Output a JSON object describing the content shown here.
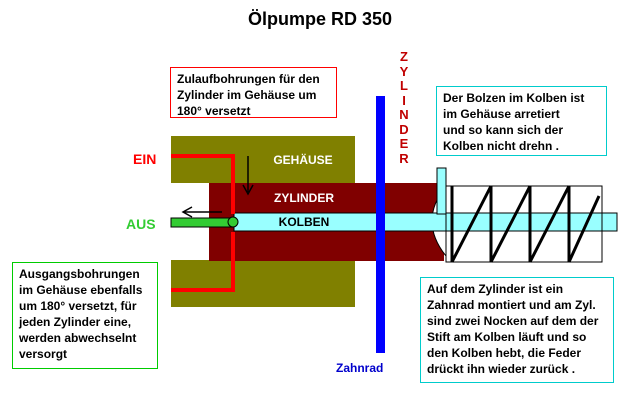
{
  "title": "Ölpumpe RD 350",
  "labels": {
    "ein": "EIN",
    "aus": "AUS",
    "gehaeuse": "GEHÄUSE",
    "zylinder": "ZYLINDER",
    "kolben": "KOLBEN",
    "zahnrad": "Zahnrad",
    "zylinder_vertical": "Z\nY\nL\nI\nN\nD\nE\nR"
  },
  "notes": {
    "zulauf": "Zulaufbohrungen für den\nZylinder im Gehäuse um\n180° versetzt",
    "bolzen": "Der Bolzen im Kolben ist\nim Gehäuse arretiert\nund so kann sich der\nKolben nicht drehn .",
    "ausgang": "Ausgangsbohrungen\nim Gehäuse ebenfalls\num 180° versetzt, für\njeden Zylinder eine,\nwerden abwechselnt\nversorgt",
    "zahnrad": "Auf dem Zylinder ist ein\nZahnrad montiert und am Zyl.\nsind zwei Nocken auf dem der\nStift am Kolben läuft und so\nden Kolben hebt, die Feder\ndrückt ihn wieder zurück ."
  },
  "colors": {
    "housing": "#808000",
    "cylinder": "#800000",
    "piston": "#99ffff",
    "inlet": "#ff0000",
    "outlet": "#33cc33",
    "gear": "#0000ff",
    "box_border_red": "#ff0000",
    "box_border_cyan": "#00cccc",
    "box_border_green": "#00cc00"
  }
}
